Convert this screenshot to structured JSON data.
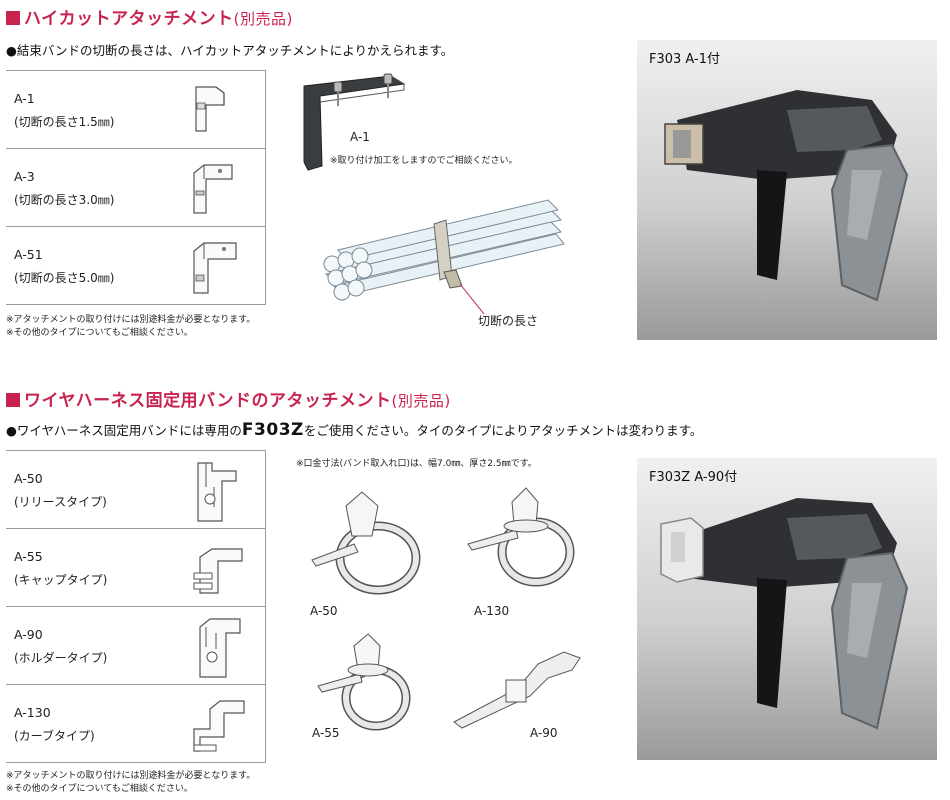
{
  "section1": {
    "title": "ハイカットアタッチメント",
    "title_paren": "(別売品)",
    "intro": "●結束バンドの切断の長さは、ハイカットアタッチメントによりかえられます。",
    "rows": [
      {
        "code": "A-1",
        "desc": "(切断の長さ1.5㎜)"
      },
      {
        "code": "A-3",
        "desc": "(切断の長さ3.0㎜)"
      },
      {
        "code": "A-51",
        "desc": "(切断の長さ5.0㎜)"
      }
    ],
    "notes": [
      "※アタッチメントの取り付けには別途料金が必要となります。",
      "※その他のタイプについてもご相談ください。"
    ],
    "illustration_label": "A-1",
    "illustration_note": "※取り付け加工をしますのでご相談ください。",
    "cut_label": "切断の長さ",
    "photo_caption": "F303 A-1付"
  },
  "section2": {
    "title": "ワイヤハーネス固定用バンドのアタッチメント",
    "title_paren": "(別売品)",
    "intro_pre": "●ワイヤハーネス固定用バンドには専用の",
    "intro_model": "F303Z",
    "intro_post": "をご使用ください。タイのタイプによりアタッチメントは変わります。",
    "rows": [
      {
        "code": "A-50",
        "desc": "(リリースタイプ)"
      },
      {
        "code": "A-55",
        "desc": "(キャップタイプ)"
      },
      {
        "code": "A-90",
        "desc": "(ホルダータイプ)"
      },
      {
        "code": "A-130",
        "desc": "(カーブタイプ)"
      }
    ],
    "notes": [
      "※アタッチメントの取り付けには別途料金が必要となります。",
      "※その他のタイプについてもご相談ください。"
    ],
    "dimension_note": "※口金寸法(バンド取入れ口)は、幅7.0㎜、厚さ2.5㎜です。",
    "band_labels": [
      "A-50",
      "A-130",
      "A-55",
      "A-90"
    ],
    "photo_caption": "F303Z A-90付"
  },
  "colors": {
    "accent": "#c8234e",
    "border": "#999999"
  }
}
